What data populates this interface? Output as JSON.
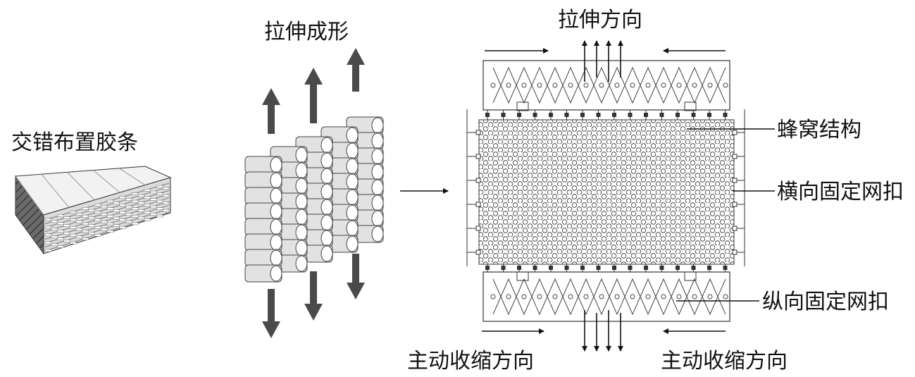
{
  "labels": {
    "strip": "交错布置胶条",
    "stretch_form": "拉伸成形",
    "stretch_direction": "拉伸方向",
    "honeycomb": "蜂窝结构",
    "transverse_buckle": "横向固定网扣",
    "longitudinal_buckle": "纵向固定网扣",
    "shrink_left": "主动收缩方向",
    "shrink_right": "主动收缩方向"
  },
  "colors": {
    "ink": "#111111",
    "arrow_gray": "#4a4a4a",
    "block_light": "#e6e6e6",
    "block_dark": "#555555"
  },
  "icons": {
    "block": "staggered-strip-block",
    "honeycomb_3d": "expanded-honeycomb-3d",
    "grid": "honeycomb-fixture-grid"
  }
}
